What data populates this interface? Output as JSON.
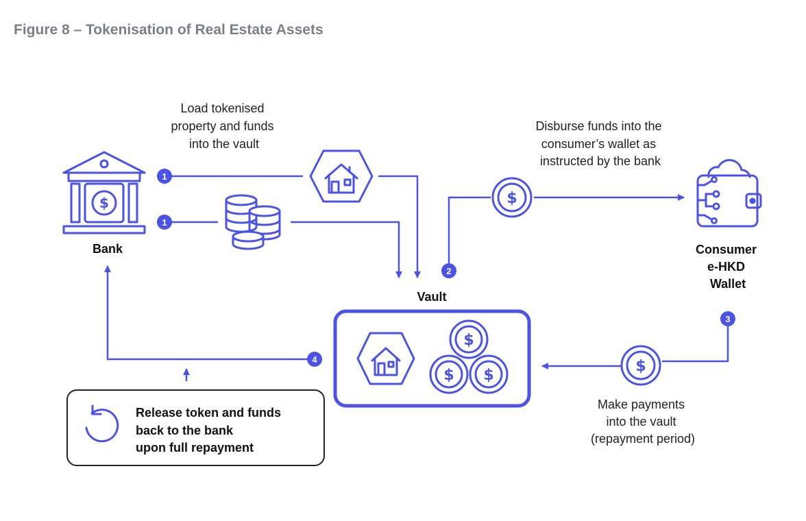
{
  "title": "Figure 8 – Tokenisation of Real Estate Assets",
  "nodes": {
    "bank": "Bank",
    "vault": "Vault",
    "wallet": [
      "Consumer",
      "e-HKD",
      "Wallet"
    ]
  },
  "steps": {
    "load": {
      "number": "1",
      "text": [
        "Load tokenised",
        "property and funds",
        "into the vault"
      ]
    },
    "disburse": {
      "number": "2",
      "text": [
        "Disburse funds into the",
        "consumer’s wallet as",
        "instructed by the bank"
      ]
    },
    "payments": {
      "number": "3",
      "text": [
        "Make payments",
        "into the vault",
        "(repayment period)"
      ]
    },
    "release": {
      "number": "4",
      "text": [
        "Release token and funds",
        "back to the bank",
        "upon full repayment"
      ]
    }
  },
  "symbols": {
    "currency": "$"
  },
  "colors": {
    "accent": "#4a52e8",
    "title": "#7b7f86",
    "text": "#222222"
  }
}
